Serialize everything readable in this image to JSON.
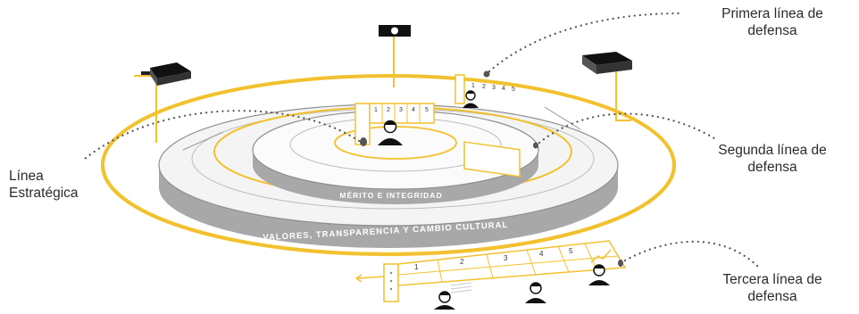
{
  "labels": {
    "primera": [
      "Primera línea de",
      "defensa"
    ],
    "segunda": [
      "Segunda línea de",
      "defensa"
    ],
    "tercera": [
      "Tercera línea de",
      "defensa"
    ],
    "estrategica": [
      "Línea",
      "Estratégica"
    ]
  },
  "rings": {
    "inner": "MÉRITO E INTEGRIDAD",
    "outer": "VALORES, TRANSPARENCIA Y CAMBIO CULTURAL"
  },
  "numbers": {
    "panel_center": [
      "1",
      "2",
      "3",
      "4",
      "5"
    ],
    "panel_top_right": [
      "1",
      "2",
      "3",
      "4",
      "5"
    ],
    "panel_bottom": [
      "1",
      "2",
      "3",
      "4",
      "5"
    ]
  },
  "colors": {
    "accent": "#f2c12e",
    "disk_side": "#a8a8a8",
    "disk_side_dark": "#8f8f8f",
    "line": "#444444",
    "text": "#2b2b2b"
  },
  "icons": [
    "camera-icon",
    "briefcase-icon",
    "person-icon",
    "trend-chart-icon"
  ]
}
